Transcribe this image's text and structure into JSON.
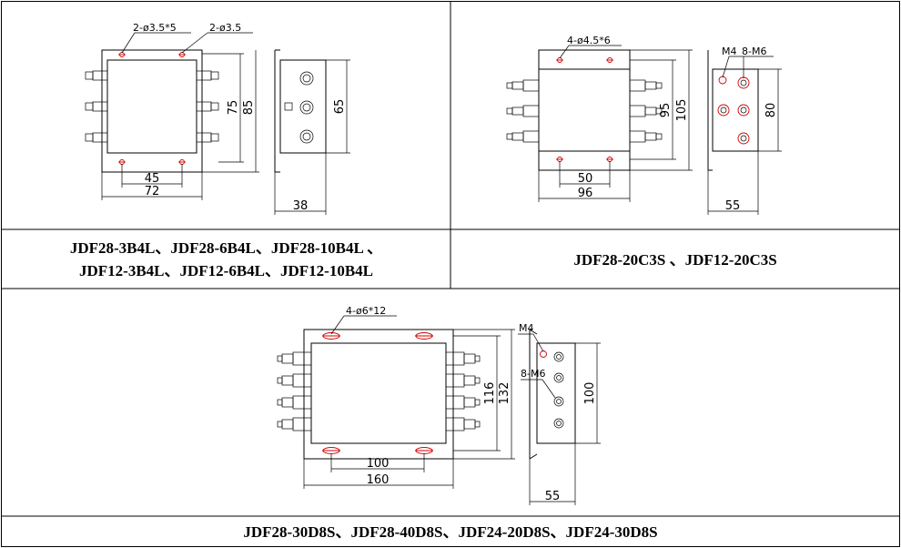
{
  "captions": {
    "top_left_line1": "JDF28-3B4L、JDF28-6B4L、JDF28-10B4L 、",
    "top_left_line2": "JDF12-3B4L、JDF12-6B4L、JDF12-10B4L",
    "top_right": "JDF28-20C3S 、JDF12-20C3S",
    "bottom": "JDF28-30D8S、JDF28-40D8S、JDF24-20D8S、JDF24-30D8S"
  },
  "drawing1": {
    "hole_note_1": "2-ø3.5*5",
    "hole_note_2": "2-ø3.5",
    "dim_45": "45",
    "dim_72": "72",
    "dim_75": "75",
    "dim_85": "85",
    "dim_65": "65",
    "dim_38": "38"
  },
  "drawing2": {
    "hole_note": "4-ø4.5*6",
    "screw_note_m4": "M4",
    "screw_note_m6": "8-M6",
    "dim_50": "50",
    "dim_96": "96",
    "dim_95": "95",
    "dim_105": "105",
    "dim_80": "80",
    "dim_55": "55"
  },
  "drawing3": {
    "hole_note": "4-ø6*12",
    "screw_note_m4": "M4",
    "screw_note_m6": "8-M6",
    "dim_100_h": "100",
    "dim_160": "160",
    "dim_116": "116",
    "dim_132": "132",
    "dim_100_v": "100",
    "dim_55": "55"
  }
}
